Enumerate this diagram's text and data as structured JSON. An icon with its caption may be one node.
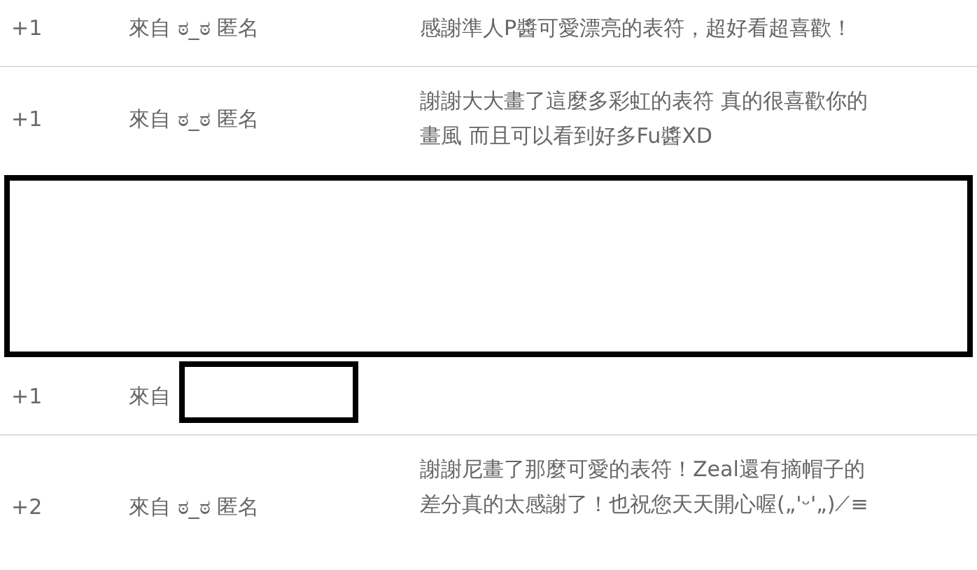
{
  "diagram": {
    "nodes": [
      {
        "text": [],
        "shape": "box"
      },
      {
        "text": [],
        "shape": "box"
      }
    ],
    "labels": [
      "+1",
      "來自 ಠ_ಠ 匿名",
      "感謝準人P醬可愛漂亮的表符，超好看超喜歡！",
      "+1",
      "來自 ಠ_ಠ 匿名",
      "謝謝大大畫了這麼多彩虹的表符 真的很喜歡你的畫風 而且可以看到好多Fu醬XD",
      "+1",
      "來自",
      "+2",
      "來自 ಠ_ಠ 匿名",
      "謝謝尼畫了那麼可愛的表符！Zeal還有摘帽子的差分真的太感謝了！也祝您天天開心喔(„'ᵕ'„)⟋≡"
    ]
  }
}
